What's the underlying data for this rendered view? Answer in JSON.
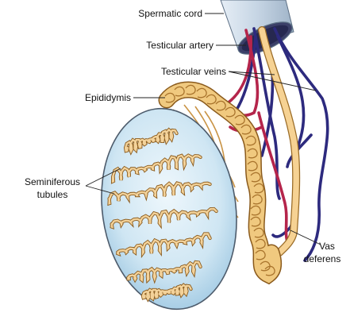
{
  "labels": {
    "spermatic_cord": "Spermatic cord",
    "testicular_artery": "Testicular artery",
    "testicular_veins": "Testicular veins",
    "epididymis": "Epididymis",
    "seminiferous_line1": "Seminiferous",
    "seminiferous_line2": "tubules",
    "vas_line1": "Vas",
    "vas_line2": "deferens"
  },
  "colors": {
    "artery": "#b5254b",
    "vein": "#2d2a7e",
    "vas_deferens": "#f6d293",
    "epididymis": "#f0c97f",
    "tubule_outline": "#8a5a1c",
    "testis_fill": "#bcdcef",
    "testis_center": "#eaf5fb",
    "cord_sheath": "#c9d7e6"
  }
}
